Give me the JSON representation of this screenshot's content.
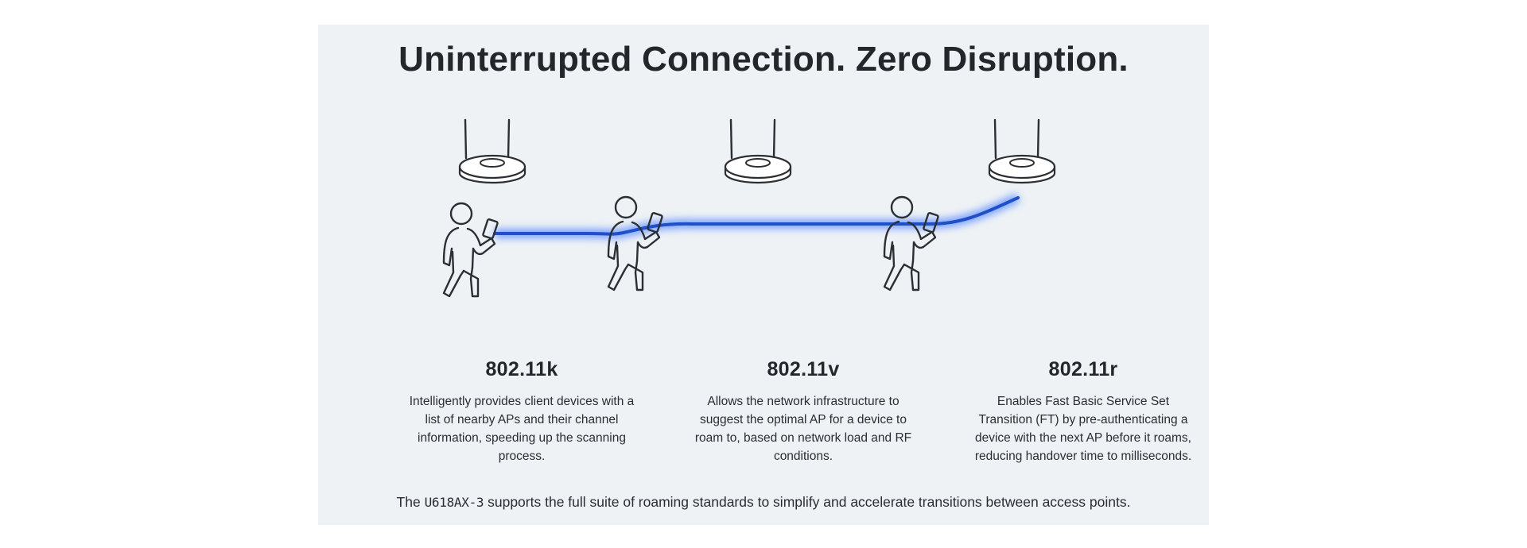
{
  "title": "Uninterrupted Connection. Zero Disruption.",
  "standards": [
    {
      "name": "802.11k",
      "description": "Intelligently provides client devices with a list of nearby APs and their channel information, speeding up the scanning process."
    },
    {
      "name": "802.11v",
      "description": "Allows the network infrastructure to suggest the optimal AP for a device to roam to, based on network load and RF conditions."
    },
    {
      "name": "802.11r",
      "description": "Enables Fast Basic Service Set Transition (FT) by pre-authenticating a device with the next AP before it roams, reducing handover time to milliseconds."
    }
  ],
  "footer": {
    "prefix": "The ",
    "model": "U618AX-3",
    "suffix": " supports the full suite of roaming standards to simplify and accelerate transitions between access points."
  },
  "colors": {
    "background": "#eef2f5",
    "connection_line": "#1f4fc9",
    "icon_stroke": "#2b2f33",
    "text": "#23272b"
  },
  "icons": [
    "router-icon",
    "walking-person-icon",
    "smartphone-icon"
  ]
}
